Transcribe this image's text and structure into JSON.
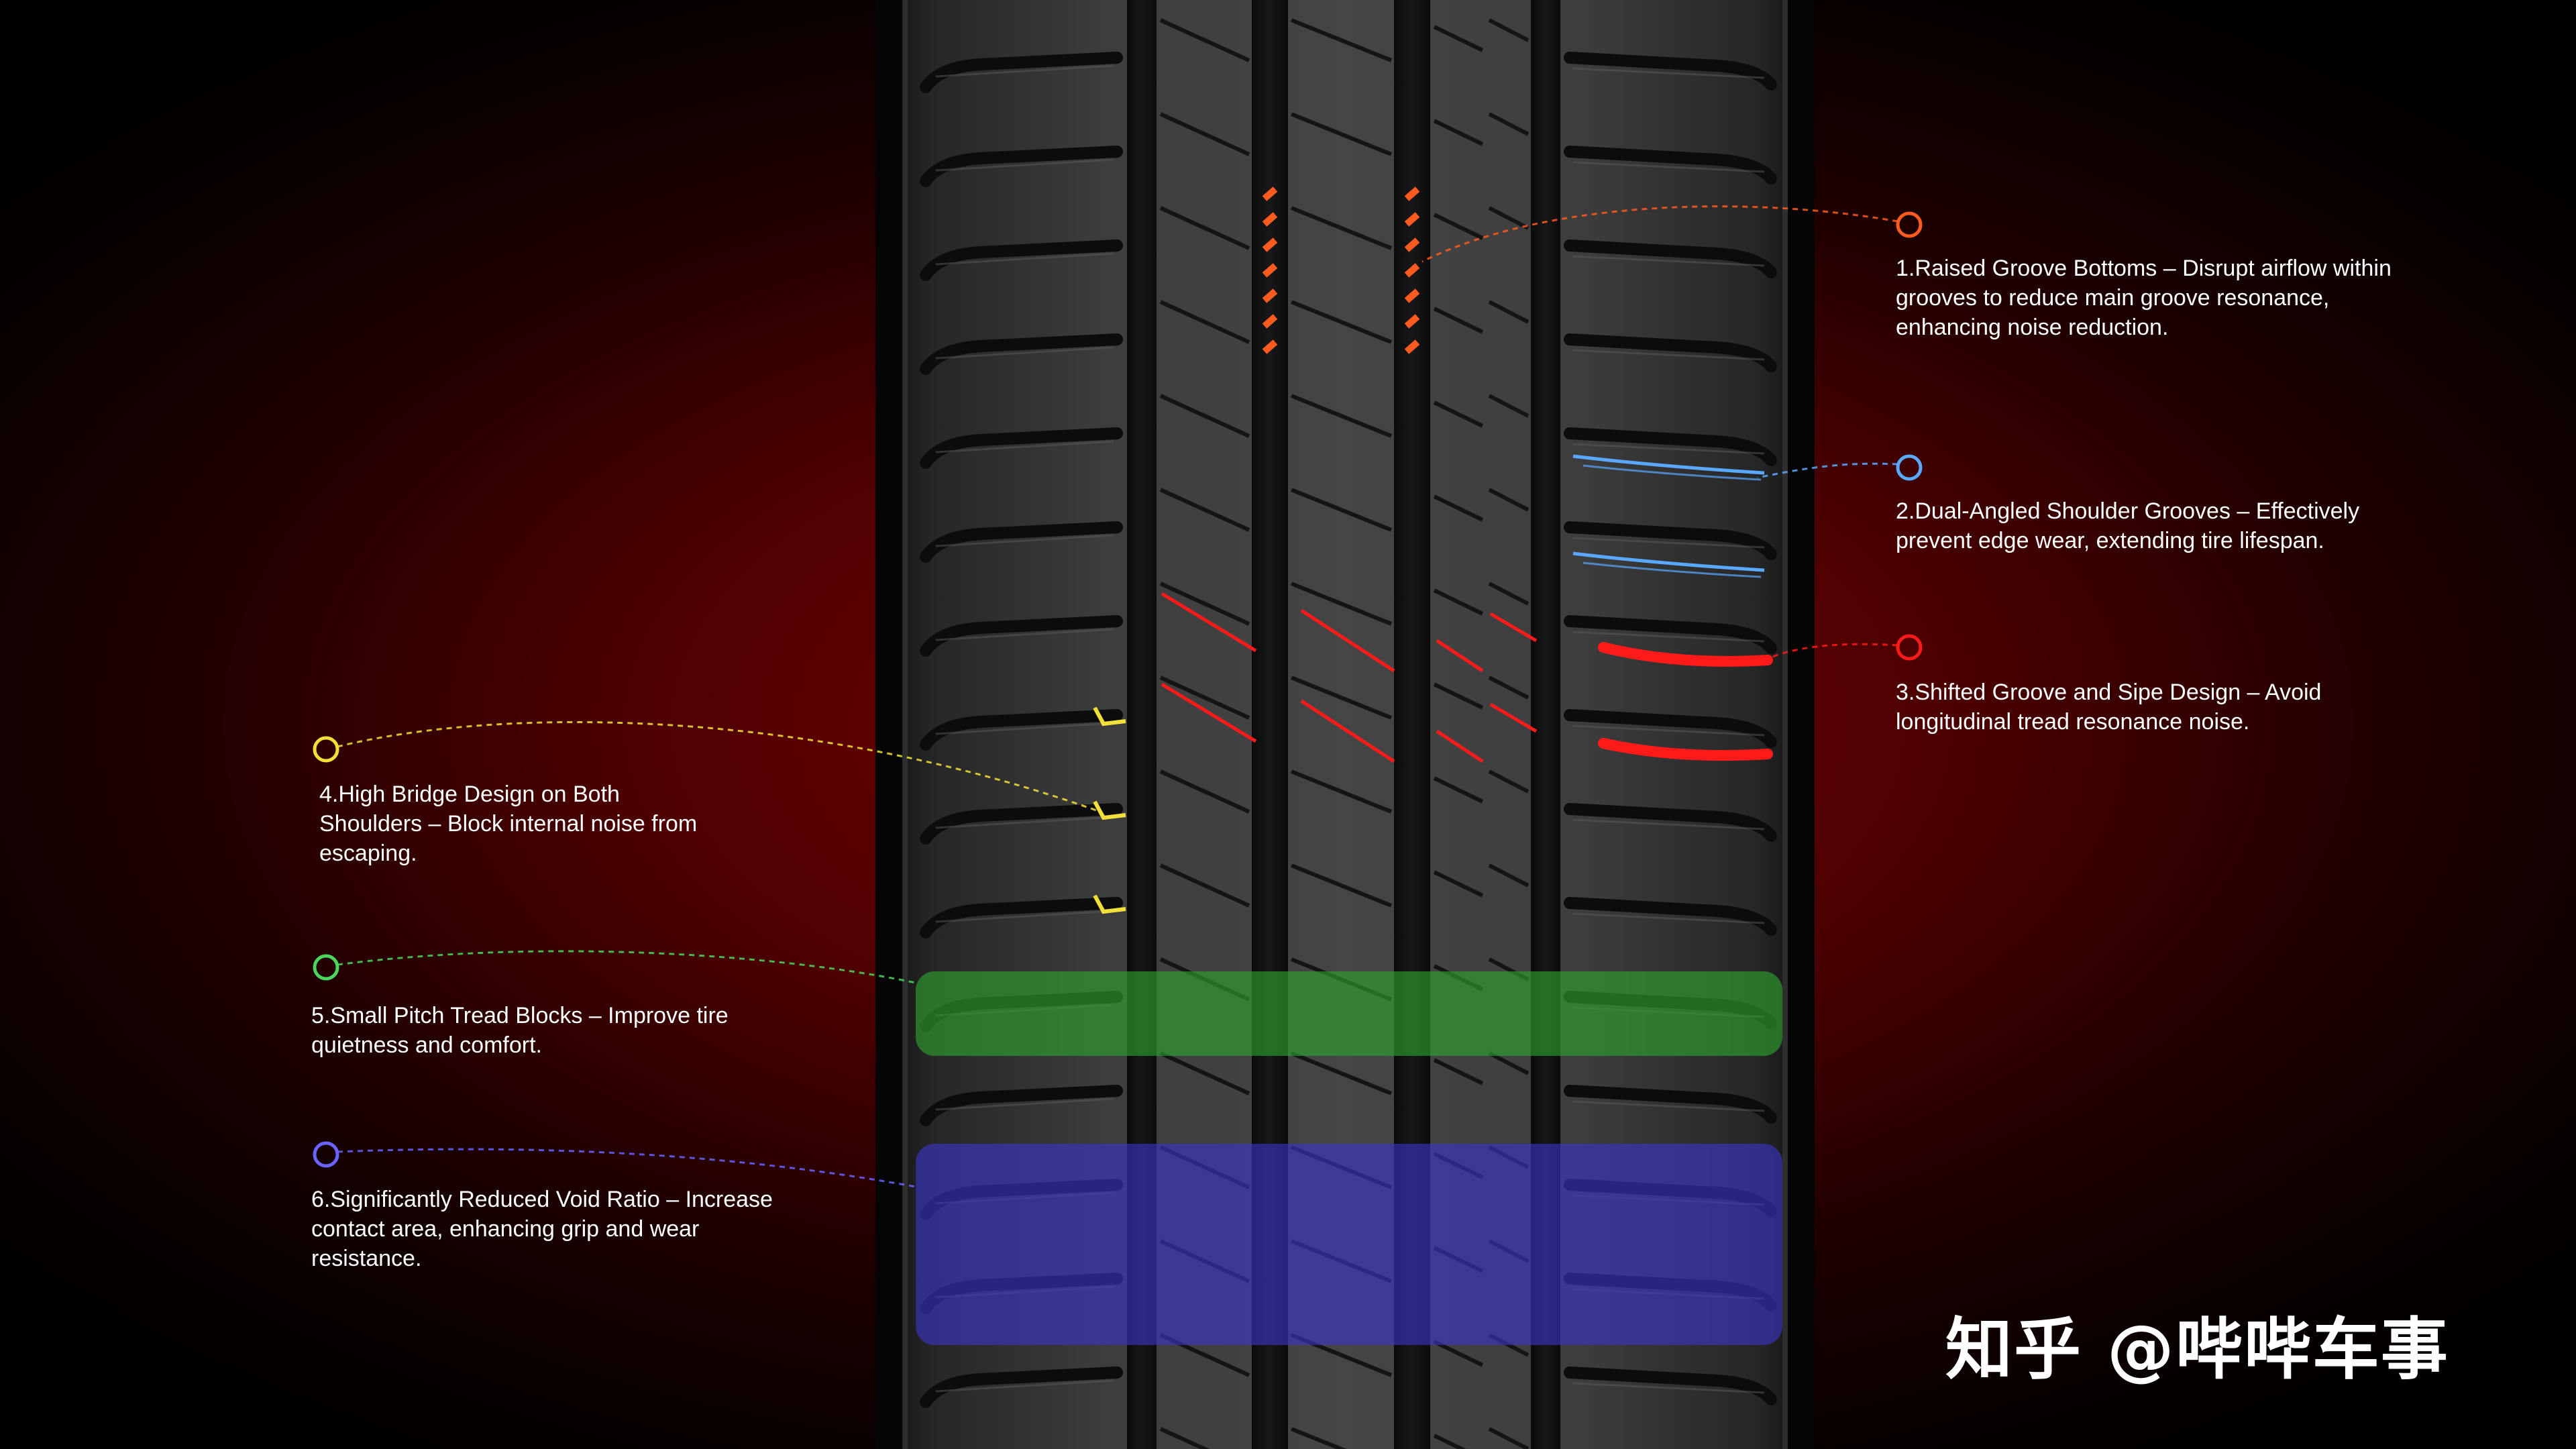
{
  "annotations": [
    {
      "id": "raised-groove-bottoms",
      "text": "1.Raised Groove Bottoms – Disrupt airflow within\ngrooves to reduce main groove resonance,\nenhancing noise reduction.",
      "color": "#ff5a1f"
    },
    {
      "id": "dual-angled-shoulder-grooves",
      "text": "2.Dual-Angled Shoulder Grooves – Effectively\nprevent edge wear, extending tire lifespan.",
      "color": "#5aa8ff"
    },
    {
      "id": "shifted-groove-sipe",
      "text": "3.Shifted Groove and Sipe Design – Avoid\nlongitudinal tread resonance noise.",
      "color": "#ff1a1a"
    },
    {
      "id": "high-bridge-design",
      "text": "4.High Bridge Design on Both\nShoulders – Block internal noise from\nescaping.",
      "color": "#f2e03a"
    },
    {
      "id": "small-pitch-tread-blocks",
      "text": "5.Small Pitch Tread Blocks – Improve tire\nquietness and comfort.",
      "color": "#4cd45c"
    },
    {
      "id": "reduced-void-ratio",
      "text": "6.Significantly Reduced Void Ratio – Increase\ncontact area, enhancing grip and wear\nresistance.",
      "color": "#6a63ff"
    }
  ],
  "highlights": {
    "green": "#2fa52f",
    "blue": "#3a35c8"
  },
  "watermark": "知乎 @哔哔车事"
}
